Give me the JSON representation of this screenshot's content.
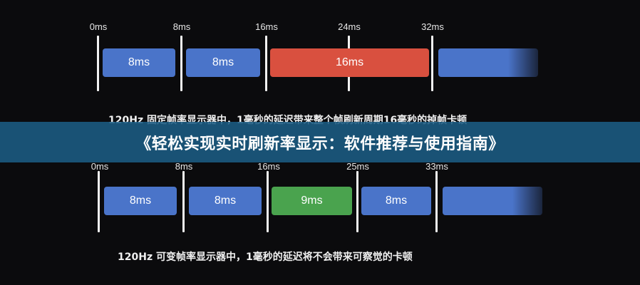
{
  "diagram1": {
    "ticks": [
      "0ms",
      "8ms",
      "16ms",
      "24ms",
      "32ms"
    ],
    "blocks": [
      "8ms",
      "8ms",
      "16ms"
    ],
    "caption": "120Hz 固定帧率显示器中，1毫秒的延迟带来整个帧刷新周期16毫秒的掉帧卡顿"
  },
  "diagram2": {
    "ticks": [
      "0ms",
      "8ms",
      "16ms",
      "25ms",
      "33ms"
    ],
    "blocks": [
      "8ms",
      "8ms",
      "9ms",
      "8ms"
    ],
    "caption": "120Hz 可变帧率显示器中，1毫秒的延迟将不会带来可察觉的卡顿"
  },
  "banner": {
    "title": "《轻松实现实时刷新率显示：软件推荐与使用指南》"
  },
  "colors": {
    "blue": "#4a74c9",
    "red": "#d9503f",
    "green": "#4aa34e",
    "banner": "#1b5c84"
  }
}
